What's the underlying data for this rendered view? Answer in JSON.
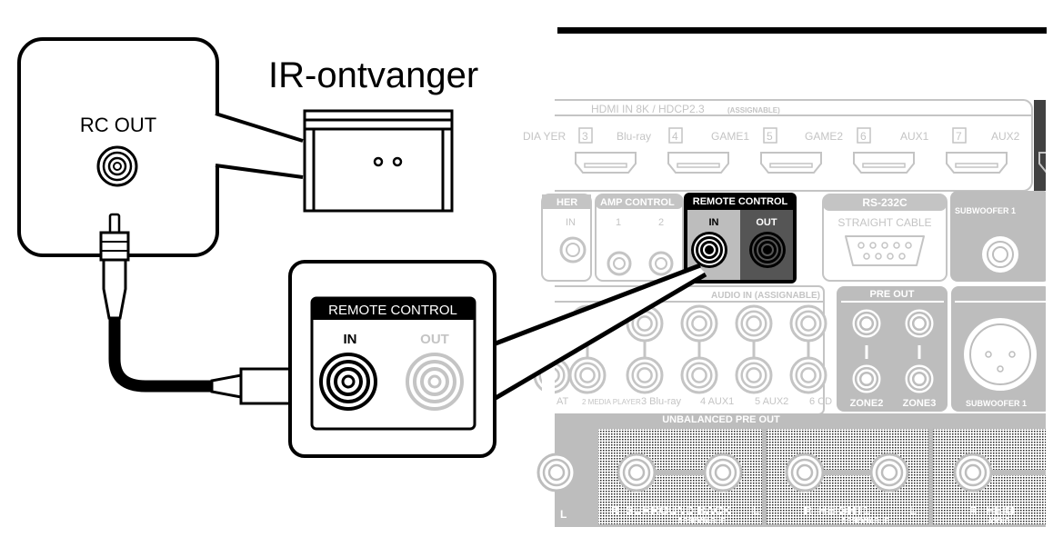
{
  "title": "IR-ontvanger",
  "source_device": {
    "jack_label": "RC OUT"
  },
  "zoom_panel": {
    "header": "REMOTE CONTROL",
    "in_label": "IN",
    "out_label": "OUT"
  },
  "rear_panel": {
    "hdmi_header": "HDMI IN  8K / HDCP2.3",
    "hdmi_assignable": "(ASSIGNABLE)",
    "hdmi_inputs": [
      {
        "name": "DIA\nYER",
        "num": "3"
      },
      {
        "name": "Blu-ray",
        "num": "4"
      },
      {
        "name": "GAME1",
        "num": "5"
      },
      {
        "name": "GAME2",
        "num": "6"
      },
      {
        "name": "AUX1",
        "num": "7"
      },
      {
        "name": "AUX2",
        "num": ""
      }
    ],
    "other_header": "HER",
    "other_in": "IN",
    "amp_control": {
      "header": "AMP CONTROL",
      "ports": [
        "1",
        "2"
      ]
    },
    "remote_control": {
      "header": "REMOTE CONTROL",
      "in_label": "IN",
      "out_label": "OUT"
    },
    "rs232c": {
      "header": "RS-232C",
      "sub": "STRAIGHT CABLE"
    },
    "subwoofer_top": "SUBWOOFER 1",
    "audio_in_header": "AUDIO IN (ASSIGNABLE)",
    "audio_in_labels": [
      "AT",
      "2 MEDIA PLAYER",
      "3 Blu-ray",
      "4 AUX1",
      "5 AUX2",
      "6 CD"
    ],
    "pre_out": {
      "header": "PRE  OUT",
      "labels": [
        "ZONE2",
        "ZONE3"
      ]
    },
    "subwoofer_xlr": "SUBWOOFER 1",
    "unbalanced_header": "UNBALANCED PRE OUT",
    "unbalanced_groups": [
      {
        "name": "SURROUND BACK",
        "sub": "ASSIGNABLE"
      },
      {
        "name": "HEIGHT1",
        "sub": "ASSIGNABLE"
      },
      {
        "name": "HEIG",
        "sub": "ASSIG"
      }
    ],
    "r_label": "R",
    "l_label": "L"
  },
  "colors": {
    "panel_grey": "#bdbdbd",
    "outline": "#000000",
    "out_jack": "#555555"
  }
}
